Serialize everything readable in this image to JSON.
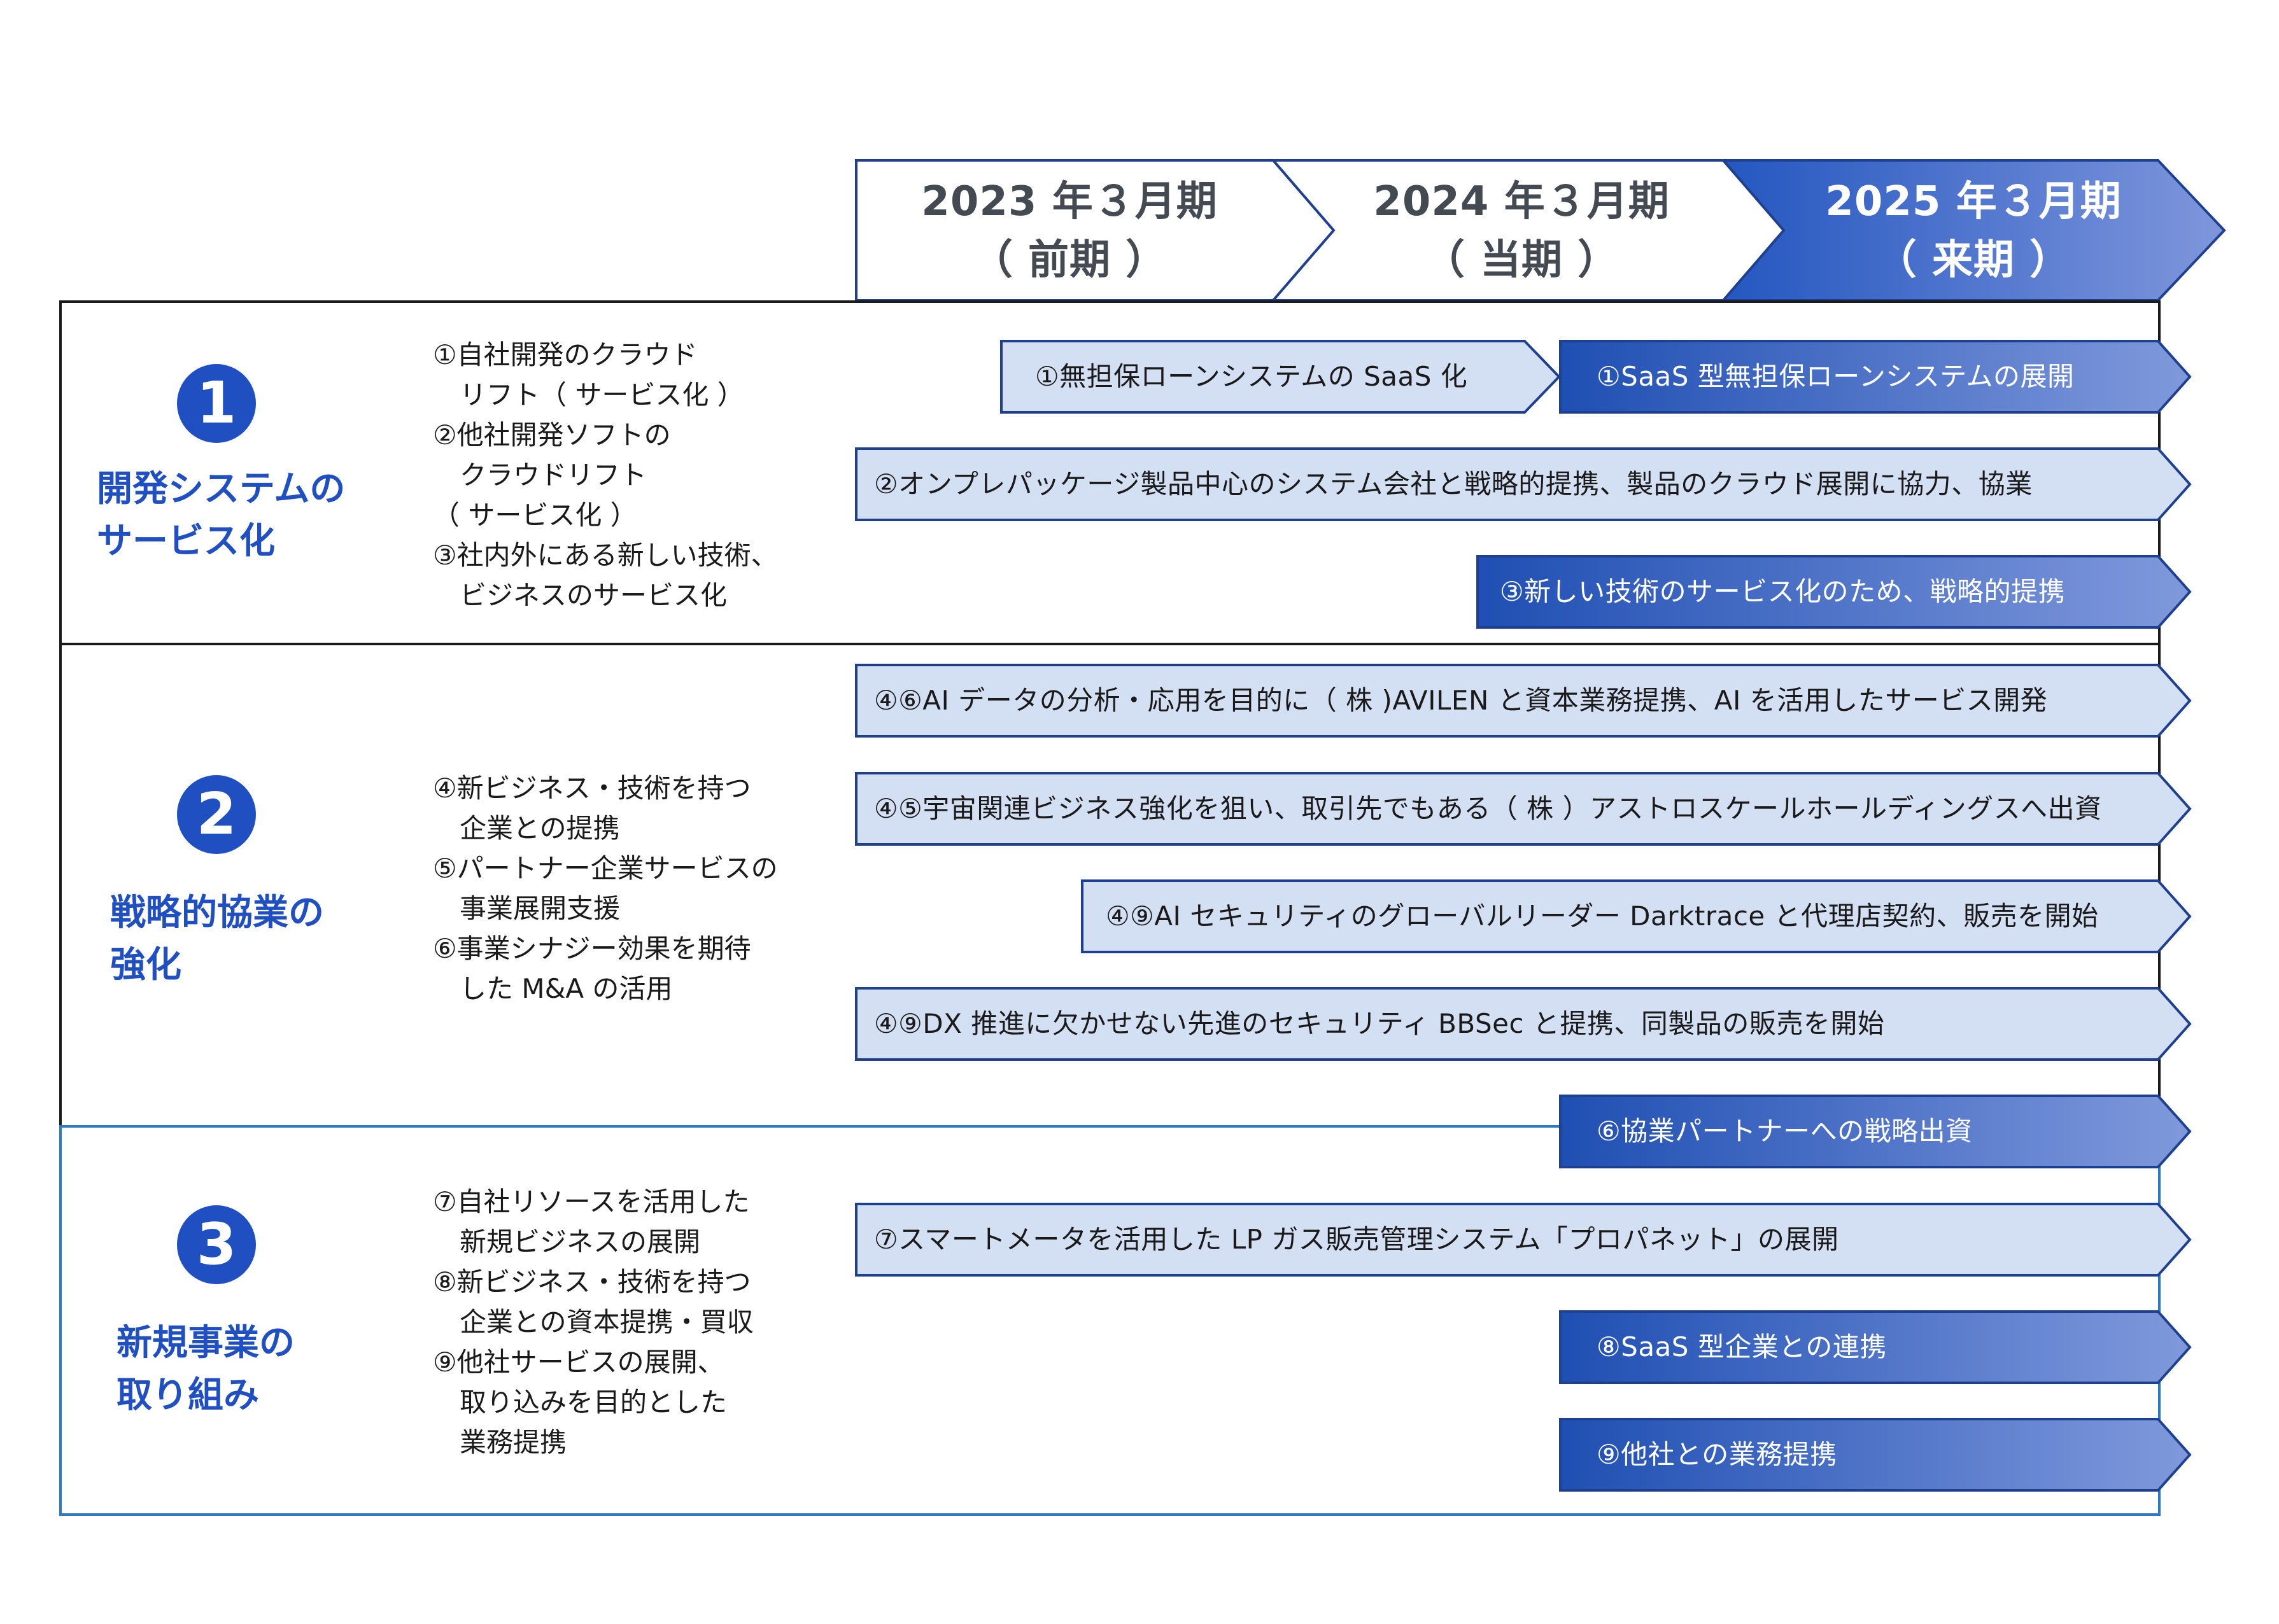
{
  "header": {
    "periods": [
      {
        "year": "2023 年３月期",
        "term": "（ 前期 ）"
      },
      {
        "year": "2024 年３月期",
        "term": "（ 当期 ）"
      },
      {
        "year": "2025 年３月期",
        "term": "（ 来期 ）"
      }
    ]
  },
  "sections": [
    {
      "number": "1",
      "title": "開発システムの\nサービス化",
      "list": "①自社開発のクラウド\n　リフト（ サービス化 ）\n②他社開発ソフトの\n　クラウドリフト\n（ サービス化 ）\n③社内外にある新しい技術、\n　ビジネスのサービス化"
    },
    {
      "number": "2",
      "title": "戦略的協業の\n強化",
      "list": "④新ビジネス・技術を持つ\n　企業との提携\n⑤パートナー企業サービスの\n　事業展開支援\n⑥事業シナジー効果を期待\n　した M&A の活用"
    },
    {
      "number": "3",
      "title": "新規事業の\n取り組み",
      "list": "⑦自社リソースを活用した\n　新規ビジネスの展開\n⑧新ビジネス・技術を持つ\n　企業との資本提携・買収\n⑨他社サービスの展開、\n　取り込みを目的とした\n　業務提携"
    }
  ],
  "arrows": [
    {
      "label": "①無担保ローンシステムの SaaS 化",
      "style": "light"
    },
    {
      "label": "①SaaS 型無担保ローンシステムの展開",
      "style": "dark"
    },
    {
      "label": "②オンプレパッケージ製品中心のシステム会社と戦略的提携、製品のクラウド展開に協力、協業",
      "style": "light"
    },
    {
      "label": "③新しい技術のサービス化のため、戦略的提携",
      "style": "dark"
    },
    {
      "label": "④⑥AI データの分析・応用を目的に（ 株 )AVILEN と資本業務提携、AI を活用したサービス開発",
      "style": "light"
    },
    {
      "label": "④⑤宇宙関連ビジネス強化を狙い、取引先でもある（ 株 ）アストロスケールホールディングスへ出資",
      "style": "light"
    },
    {
      "label": "④⑨AI セキュリティのグローバルリーダー Darktrace と代理店契約、販売を開始",
      "style": "light"
    },
    {
      "label": "④⑨DX 推進に欠かせない先進のセキュリティ BBSec と提携、同製品の販売を開始",
      "style": "light"
    },
    {
      "label": "⑥協業パートナーへの戦略出資",
      "style": "dark"
    },
    {
      "label": "⑦スマートメータを活用した LP ガス販売管理システム「プロパネット」の展開",
      "style": "light"
    },
    {
      "label": "⑧SaaS 型企業との連携",
      "style": "dark"
    },
    {
      "label": "⑨他社との業務提携",
      "style": "dark"
    }
  ],
  "colors": {
    "accent": "#1f4fc1",
    "arrow_light_fill": "#d3dff3",
    "arrow_dark_start": "#1f4fb3",
    "arrow_dark_end": "#7f9ae0",
    "arrow_border": "#1f3f8f"
  }
}
